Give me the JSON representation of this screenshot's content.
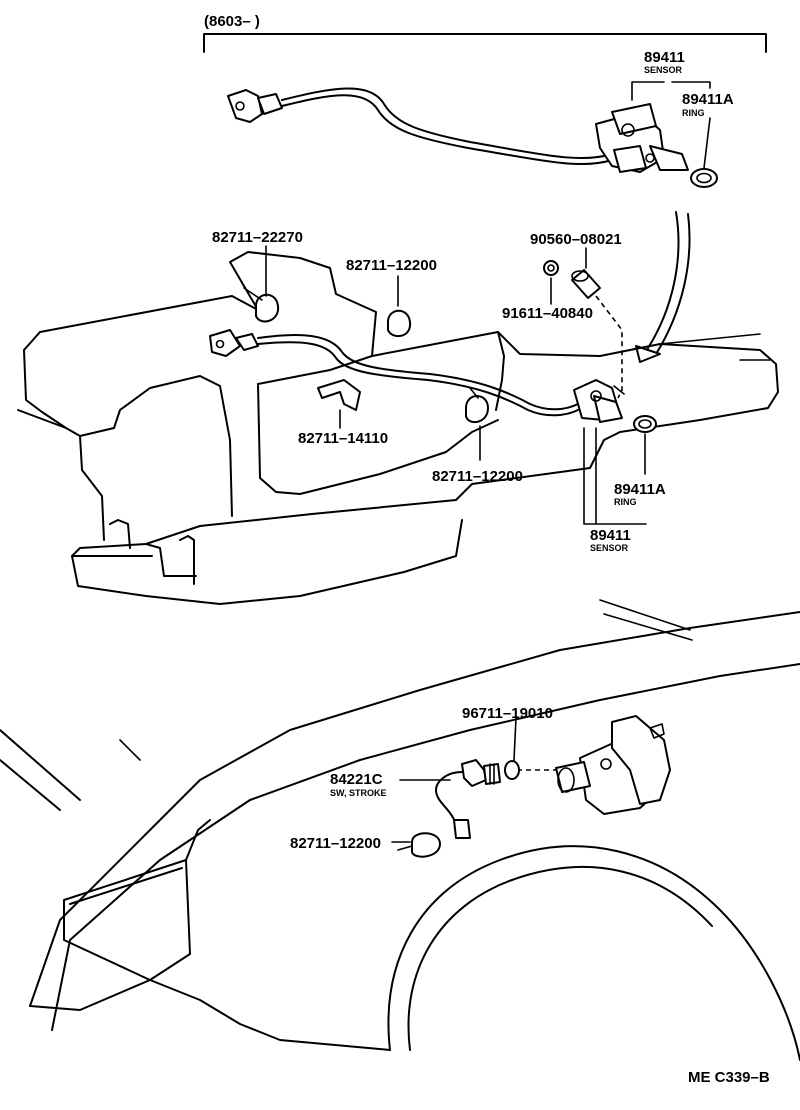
{
  "header": {
    "date_range": "(8603–        )"
  },
  "labels": {
    "top_sensor_no": "89411",
    "top_sensor_name": "SENSOR",
    "top_ring_no": "89411A",
    "top_ring_name": "RING",
    "clamp_a": "82711–22270",
    "clamp_b": "82711–12200",
    "sleeve_no": "90560–08021",
    "nut_no": "91611–40840",
    "clamp_c": "82711–14110",
    "clamp_d": "82711–12200",
    "mid_ring_no": "89411A",
    "mid_ring_name": "RING",
    "mid_sensor_no": "89411",
    "mid_sensor_name": "SENSOR",
    "oring_no": "96711–19010",
    "switch_no": "84221C",
    "switch_name": "SW, STROKE",
    "clamp_e": "82711–12200"
  },
  "footer": {
    "figure_code": "ME C339–B"
  }
}
